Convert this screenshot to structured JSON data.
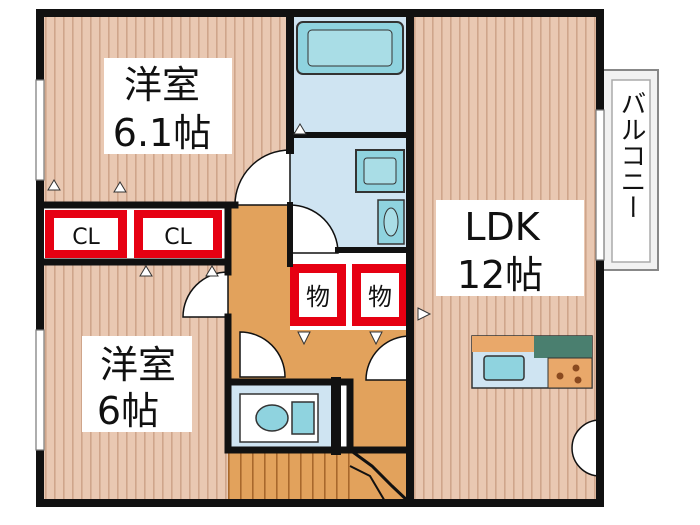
{
  "rooms": {
    "western_room_1": {
      "name": "洋室",
      "size": "6.1帖"
    },
    "western_room_2": {
      "name": "洋室",
      "size": "6帖"
    },
    "ldk": {
      "name": "LDK",
      "size": "12帖"
    },
    "closet_1": "CL",
    "closet_2": "CL",
    "storage_1": "物",
    "storage_2": "物",
    "balcony": "バルコニー"
  },
  "colors": {
    "wall": "#111111",
    "wood_floor": "#e9c8b2",
    "wood_stripe": "#cfa58b",
    "hall_floor": "#e2a25c",
    "wet_area": "#cfe4f2",
    "fixture": "#8fd3df",
    "closet_red": "#e60012",
    "kitchen_counter": "#e9a86a",
    "stove": "#4a7f6f",
    "balcony_floor": "#f2f2f2"
  }
}
